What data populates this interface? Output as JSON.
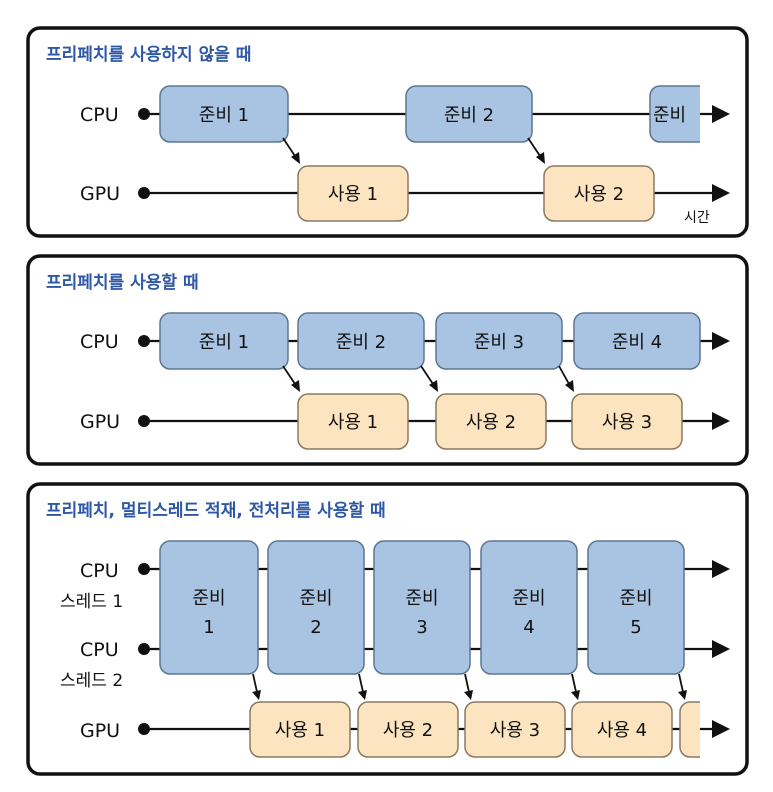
{
  "colors": {
    "prep_fill": "#a9c4e2",
    "prep_stroke": "#5d7690",
    "use_fill": "#fce4c0",
    "use_stroke": "#8a7860",
    "title": "#2e58a5",
    "line": "#111111"
  },
  "panels": [
    {
      "title": "프리페치를 사용하지 않을 때",
      "cpu_label": "CPU",
      "gpu_label": "GPU",
      "prep_boxes": [
        "준비 1",
        "준비 2",
        "준비"
      ],
      "use_boxes": [
        "사용 1",
        "사용 2"
      ],
      "time_label": "시간"
    },
    {
      "title": "프리페치를 사용할 때",
      "cpu_label": "CPU",
      "gpu_label": "GPU",
      "prep_boxes": [
        "준비 1",
        "준비 2",
        "준비 3",
        "준비 4"
      ],
      "use_boxes": [
        "사용 1",
        "사용 2",
        "사용 3"
      ]
    },
    {
      "title": "프리페치, 멀티스레드 적재, 전처리를 사용할 때",
      "cpu1_label": "CPU",
      "thread1_label": "스레드 1",
      "cpu2_label": "CPU",
      "thread2_label": "스레드 2",
      "gpu_label": "GPU",
      "prep_boxes": [
        {
          "word": "준비",
          "num": "1"
        },
        {
          "word": "준비",
          "num": "2"
        },
        {
          "word": "준비",
          "num": "3"
        },
        {
          "word": "준비",
          "num": "4"
        },
        {
          "word": "준비",
          "num": "5"
        }
      ],
      "use_boxes": [
        "사용 1",
        "사용 2",
        "사용 3",
        "사용 4"
      ]
    }
  ]
}
